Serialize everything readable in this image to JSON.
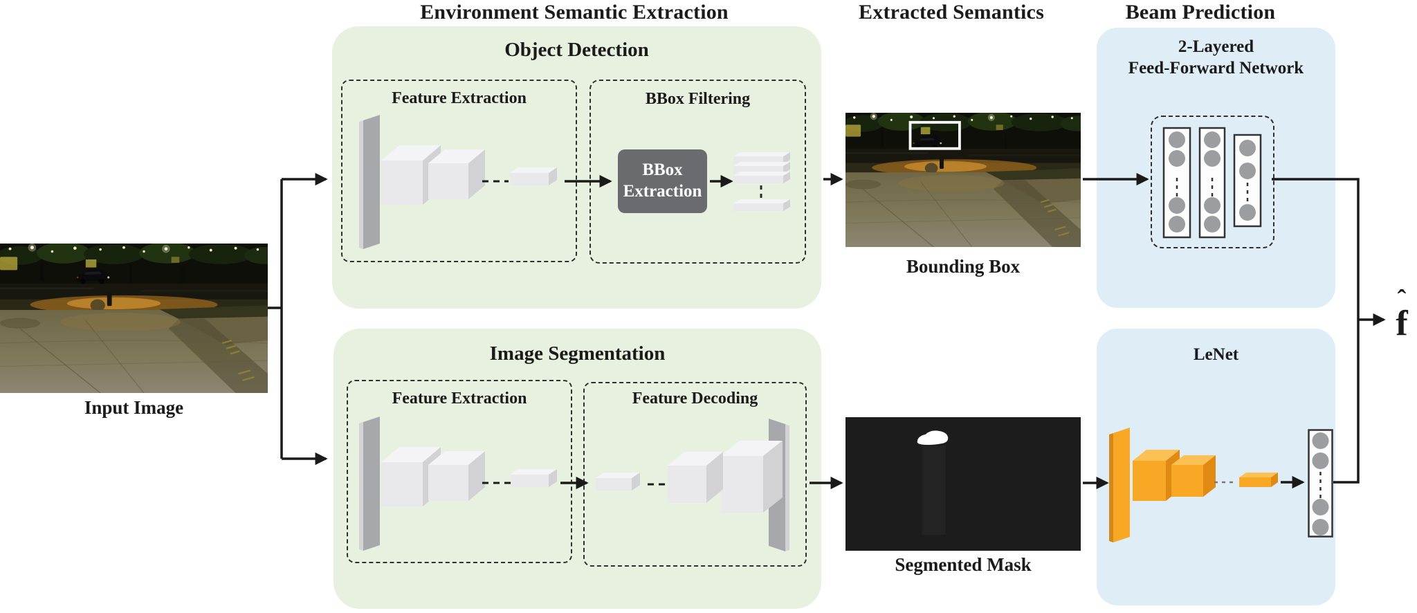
{
  "colors": {
    "green_panel": "#e8f1df",
    "blue_panel": "#deedf6",
    "dark_box": "#6a6b6e",
    "orange": "#f9a826",
    "orange_light": "#fcc155",
    "orange_dark": "#e08a14",
    "gray_front": "#e9e9ec",
    "gray_top": "#f4f4f6",
    "gray_side": "#d2d2d5",
    "panel_gray": "#a6a8ab",
    "neuron": "#9b9da0",
    "line": "#1a1a1a"
  },
  "headers": {
    "environment": "Environment Semantic Extraction",
    "extracted": "Extracted Semantics",
    "beam": "Beam Prediction"
  },
  "input": {
    "label": "Input Image"
  },
  "object_detection": {
    "title": "Object Detection",
    "feature_extraction": "Feature Extraction",
    "bbox_filtering": "BBox Filtering",
    "bbox_extraction_line1": "BBox",
    "bbox_extraction_line2": "Extraction"
  },
  "image_segmentation": {
    "title": "Image Segmentation",
    "feature_extraction": "Feature Extraction",
    "feature_decoding": "Feature Decoding"
  },
  "extracted_semantics": {
    "bounding_box_label": "Bounding Box",
    "segmented_mask_label": "Segmented Mask"
  },
  "beam_prediction": {
    "ffn_title_line1": "2-Layered",
    "ffn_title_line2": "Feed-Forward Network",
    "lenet_title": "LeNet"
  },
  "output": {
    "symbol": "f",
    "hat": "ˆ"
  }
}
